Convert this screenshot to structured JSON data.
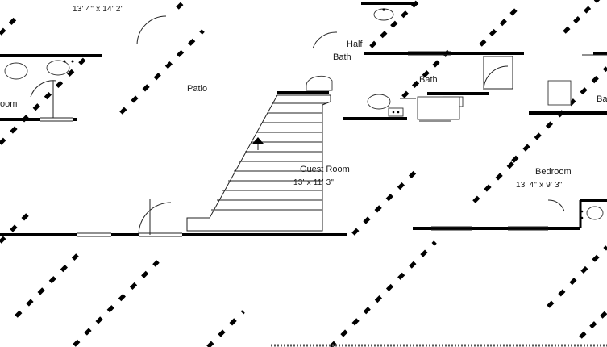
{
  "rooms": {
    "top_dim": "13' 4\" x 14' 2\"",
    "patio": "Patio",
    "half_bath_line1": "Half",
    "half_bath_line2": "Bath",
    "bath": "Bath",
    "bath_right_partial": "Ba",
    "room_left_partial": "oom",
    "guest_room": "Guest Room",
    "guest_room_dim": "13' x 11' 3\"",
    "bedroom": "Bedroom",
    "bedroom_dim": "13' 4\" x 9' 3\""
  },
  "colors": {
    "wall": "#000000",
    "background": "#ffffff"
  },
  "icons": {
    "stair_direction": "arrow-up-icon"
  }
}
